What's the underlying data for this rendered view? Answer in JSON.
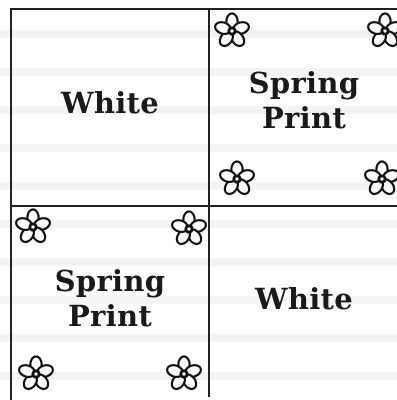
{
  "squares": [
    {
      "position": "top-left",
      "lines": [
        "White"
      ],
      "floral": false
    },
    {
      "position": "top-right",
      "lines": [
        "Spring",
        "Print"
      ],
      "floral": true
    },
    {
      "position": "bottom-left",
      "lines": [
        "Spring",
        "Print"
      ],
      "floral": true
    },
    {
      "position": "bottom-right",
      "lines": [
        "White"
      ],
      "floral": false
    }
  ],
  "flower_icon": "flower-icon"
}
